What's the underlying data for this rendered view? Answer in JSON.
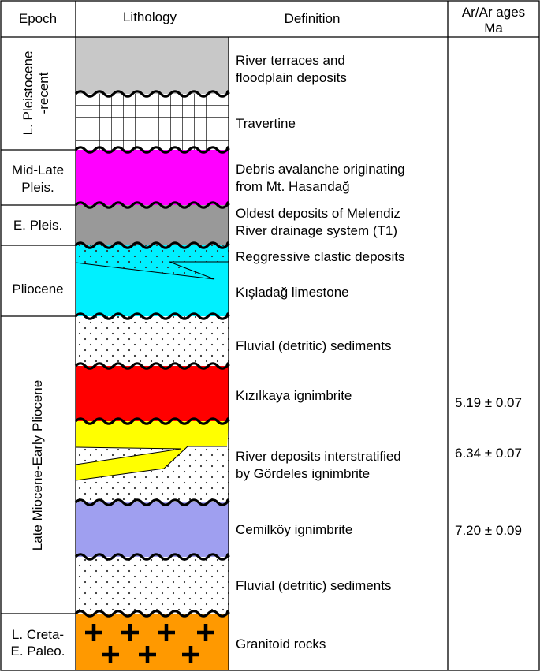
{
  "headers": {
    "epoch": "Epoch",
    "lithology": "Lithology",
    "definition": "Definition",
    "ages_line1": "Ar/Ar ages",
    "ages_line2": "Ma"
  },
  "epochs": {
    "l_pleistocene_line1": "L. Pleistocene",
    "l_pleistocene_line2": "-recent",
    "mid_late_line1": "Mid-Late",
    "mid_late_line2": "Pleis.",
    "e_pleis": "E. Pleis.",
    "pliocene": "Pliocene",
    "late_miocene": "Late Miocene-Early Pliocene",
    "creta_line1": "L. Creta-",
    "creta_line2": "E. Paleo."
  },
  "units": [
    {
      "id": "river-terraces",
      "def1": "River terraces and",
      "def2": "floodplain deposits",
      "color": "#c8c8c8",
      "pattern": "solid"
    },
    {
      "id": "travertine",
      "def1": "Travertine",
      "def2": "",
      "color": "#ffffff",
      "pattern": "grid"
    },
    {
      "id": "debris-avalanche",
      "def1": "Debris avalanche originating",
      "def2": "from Mt. Hasandağ",
      "color": "#ff00ff",
      "pattern": "solid"
    },
    {
      "id": "melendiz",
      "def1": "Oldest deposits of Melendiz",
      "def2": "River drainage system (T1)",
      "color": "#999999",
      "pattern": "solid"
    },
    {
      "id": "reggressive",
      "def1": "Reggressive clastic deposits",
      "def2": "",
      "color": "#00f0ff",
      "pattern": "dots"
    },
    {
      "id": "kisladag",
      "def1": "Kışladağ limestone",
      "def2": "",
      "color": "#00f0ff",
      "pattern": "solid"
    },
    {
      "id": "fluvial-upper",
      "def1": "Fluvial (detritic) sediments",
      "def2": "",
      "color": "#ffffff",
      "pattern": "dots"
    },
    {
      "id": "kizilkaya",
      "def1": "Kızılkaya ignimbrite",
      "def2": "",
      "color": "#ff0000",
      "pattern": "solid"
    },
    {
      "id": "gordeles",
      "def1": "River deposits interstratified",
      "def2": "by Gördeles ignimbrite",
      "color": "#ffff00",
      "pattern": "solid"
    },
    {
      "id": "cemilkoy",
      "def1": "Cemilköy ignimbrite",
      "def2": "",
      "color": "#9f9ff0",
      "pattern": "solid"
    },
    {
      "id": "fluvial-lower",
      "def1": "Fluvial (detritic) sediments",
      "def2": "",
      "color": "#ffffff",
      "pattern": "dots"
    },
    {
      "id": "granitoid",
      "def1": "Granitoid rocks",
      "def2": "",
      "color": "#ff9900",
      "pattern": "crosses"
    }
  ],
  "ages": {
    "kizilkaya": "5.19 ± 0.07",
    "gordeles": "6.34 ± 0.07",
    "cemilkoy": "7.20 ± 0.09"
  }
}
